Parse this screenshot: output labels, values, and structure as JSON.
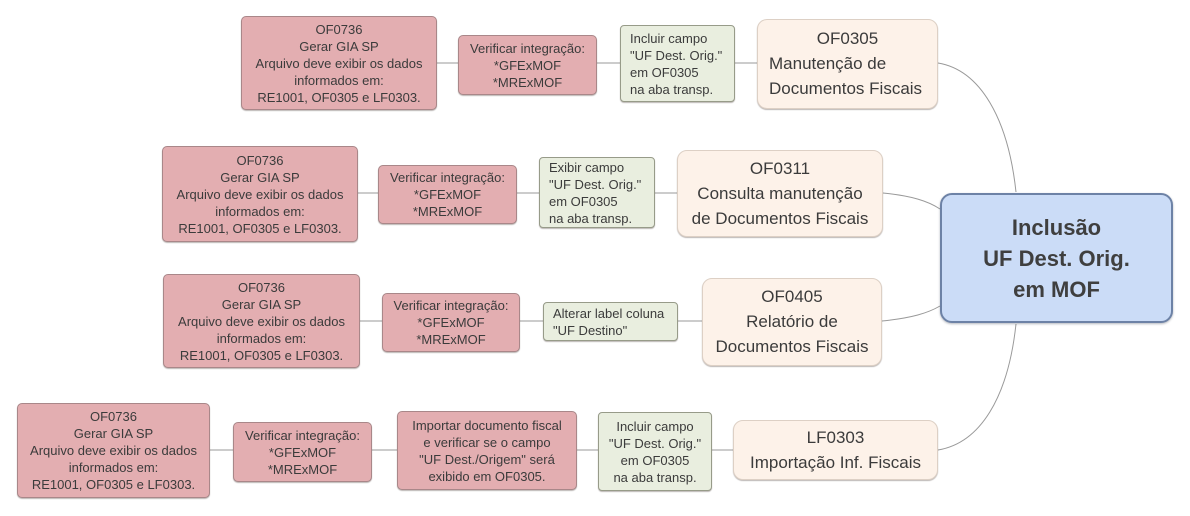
{
  "root": {
    "label": [
      "Inclusão",
      "UF Dest. Orig.",
      "em MOF"
    ]
  },
  "rows": [
    {
      "task": [
        "OF0736",
        "Gerar GIA SP",
        "Arquivo deve exibir os dados",
        "informados em:",
        "RE1001, OF0305 e LF0303."
      ],
      "integration": [
        "Verificar integração:",
        "*GFExMOF",
        "*MRExMOF"
      ],
      "action": [
        "Incluir campo",
        "\"UF Dest. Orig.\"",
        "em OF0305",
        "na aba transp."
      ],
      "program": {
        "code": "OF0305",
        "name": [
          "Manutenção de",
          "Documentos Fiscais"
        ]
      }
    },
    {
      "task": [
        "OF0736",
        "Gerar GIA SP",
        "Arquivo deve exibir os dados",
        "informados em:",
        "RE1001, OF0305 e LF0303."
      ],
      "integration": [
        "Verificar integração:",
        "*GFExMOF",
        "*MRExMOF"
      ],
      "action": [
        "Exibir campo",
        "\"UF Dest. Orig.\"",
        "em OF0305",
        "na aba transp."
      ],
      "program": {
        "code": "OF0311",
        "name": [
          "Consulta manutenção",
          "de Documentos Fiscais"
        ]
      }
    },
    {
      "task": [
        "OF0736",
        "Gerar GIA SP",
        "Arquivo deve exibir os dados",
        "informados em:",
        "RE1001, OF0305 e LF0303."
      ],
      "integration": [
        "Verificar integração:",
        "*GFExMOF",
        "*MRExMOF"
      ],
      "action": [
        "Alterar label coluna",
        "\"UF Destino\""
      ],
      "program": {
        "code": "OF0405",
        "name": [
          "Relatório de",
          "Documentos Fiscais"
        ]
      }
    },
    {
      "task": [
        "OF0736",
        "Gerar GIA SP",
        "Arquivo deve exibir os dados",
        "informados em:",
        "RE1001, OF0305 e LF0303."
      ],
      "integration": [
        "Verificar integração:",
        "*GFExMOF",
        "*MRExMOF"
      ],
      "import_check": [
        "Importar documento fiscal",
        "e verificar se o campo",
        "\"UF Dest./Origem\" será",
        "exibido em OF0305."
      ],
      "action": [
        "Incluir campo",
        "\"UF Dest. Orig.\"",
        "em OF0305",
        "na aba transp."
      ],
      "program": {
        "code": "LF0303",
        "name": [
          "Importação Inf. Fiscais"
        ]
      }
    }
  ],
  "colors": {
    "pink": "#e3aeb1",
    "pink_border": "#a98789",
    "green": "#e9eedf",
    "green_border": "#979b89",
    "cream": "#fdf2e9",
    "cream_border": "#ddd0c5",
    "blue": "#cbdcf7",
    "blue_border": "#6d82a6",
    "wire": "#999999",
    "text": "#3b3b3b"
  }
}
